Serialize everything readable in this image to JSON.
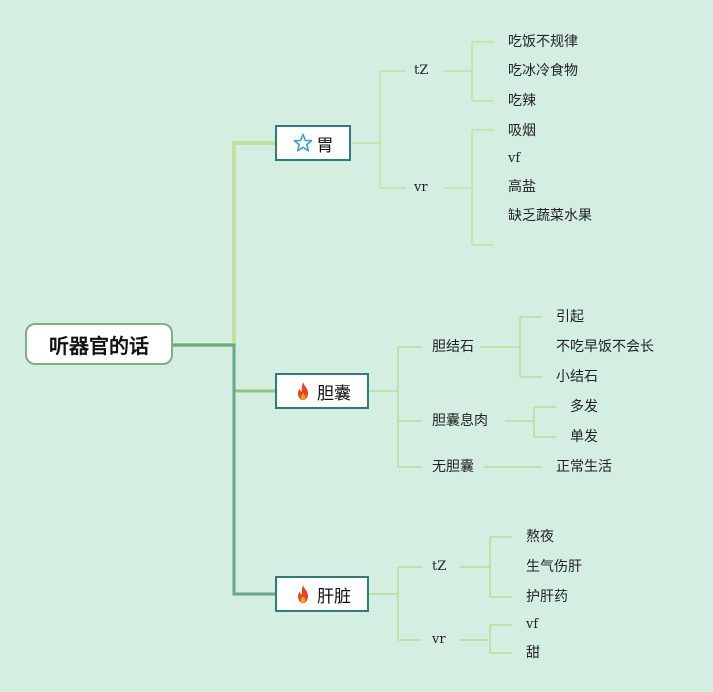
{
  "root": {
    "label": "听器官的话"
  },
  "stomach": {
    "label": "胃",
    "icon": "star-icon",
    "tz": {
      "label": "tZ",
      "items": [
        "吃饭不规律",
        "吃冰冷食物",
        "吃辣"
      ]
    },
    "vr": {
      "label": "vr",
      "items": [
        "吸烟",
        "vf",
        "高盐",
        "缺乏蔬菜水果"
      ]
    }
  },
  "gallbladder": {
    "label": "胆囊",
    "icon": "fire-icon",
    "gallstone": {
      "label": "胆结石",
      "items": [
        "引起",
        "不吃早饭不会长",
        "小结石"
      ]
    },
    "polyp": {
      "label": "胆囊息肉",
      "items": [
        "多发",
        "单发"
      ]
    },
    "none": {
      "label": "无胆囊",
      "items": [
        "正常生活"
      ]
    }
  },
  "liver": {
    "label": "肝脏",
    "icon": "fire-icon",
    "tz": {
      "label": "tZ",
      "items": [
        "熬夜",
        "生气伤肝",
        "护肝药"
      ]
    },
    "vr": {
      "label": "vr",
      "items": [
        "vf",
        "甜"
      ]
    }
  },
  "colors": {
    "background": "#d4efe2",
    "branch_border": "#2f7d7b",
    "root_border": "#7fae87",
    "stomach_connector": "#c3e29f",
    "gallbladder_connector": "#8fc67c",
    "liver_connector": "#6aa889",
    "leaf_line": "#b5df9a",
    "star": "#3aa0d8",
    "fire": "#e8451e"
  }
}
